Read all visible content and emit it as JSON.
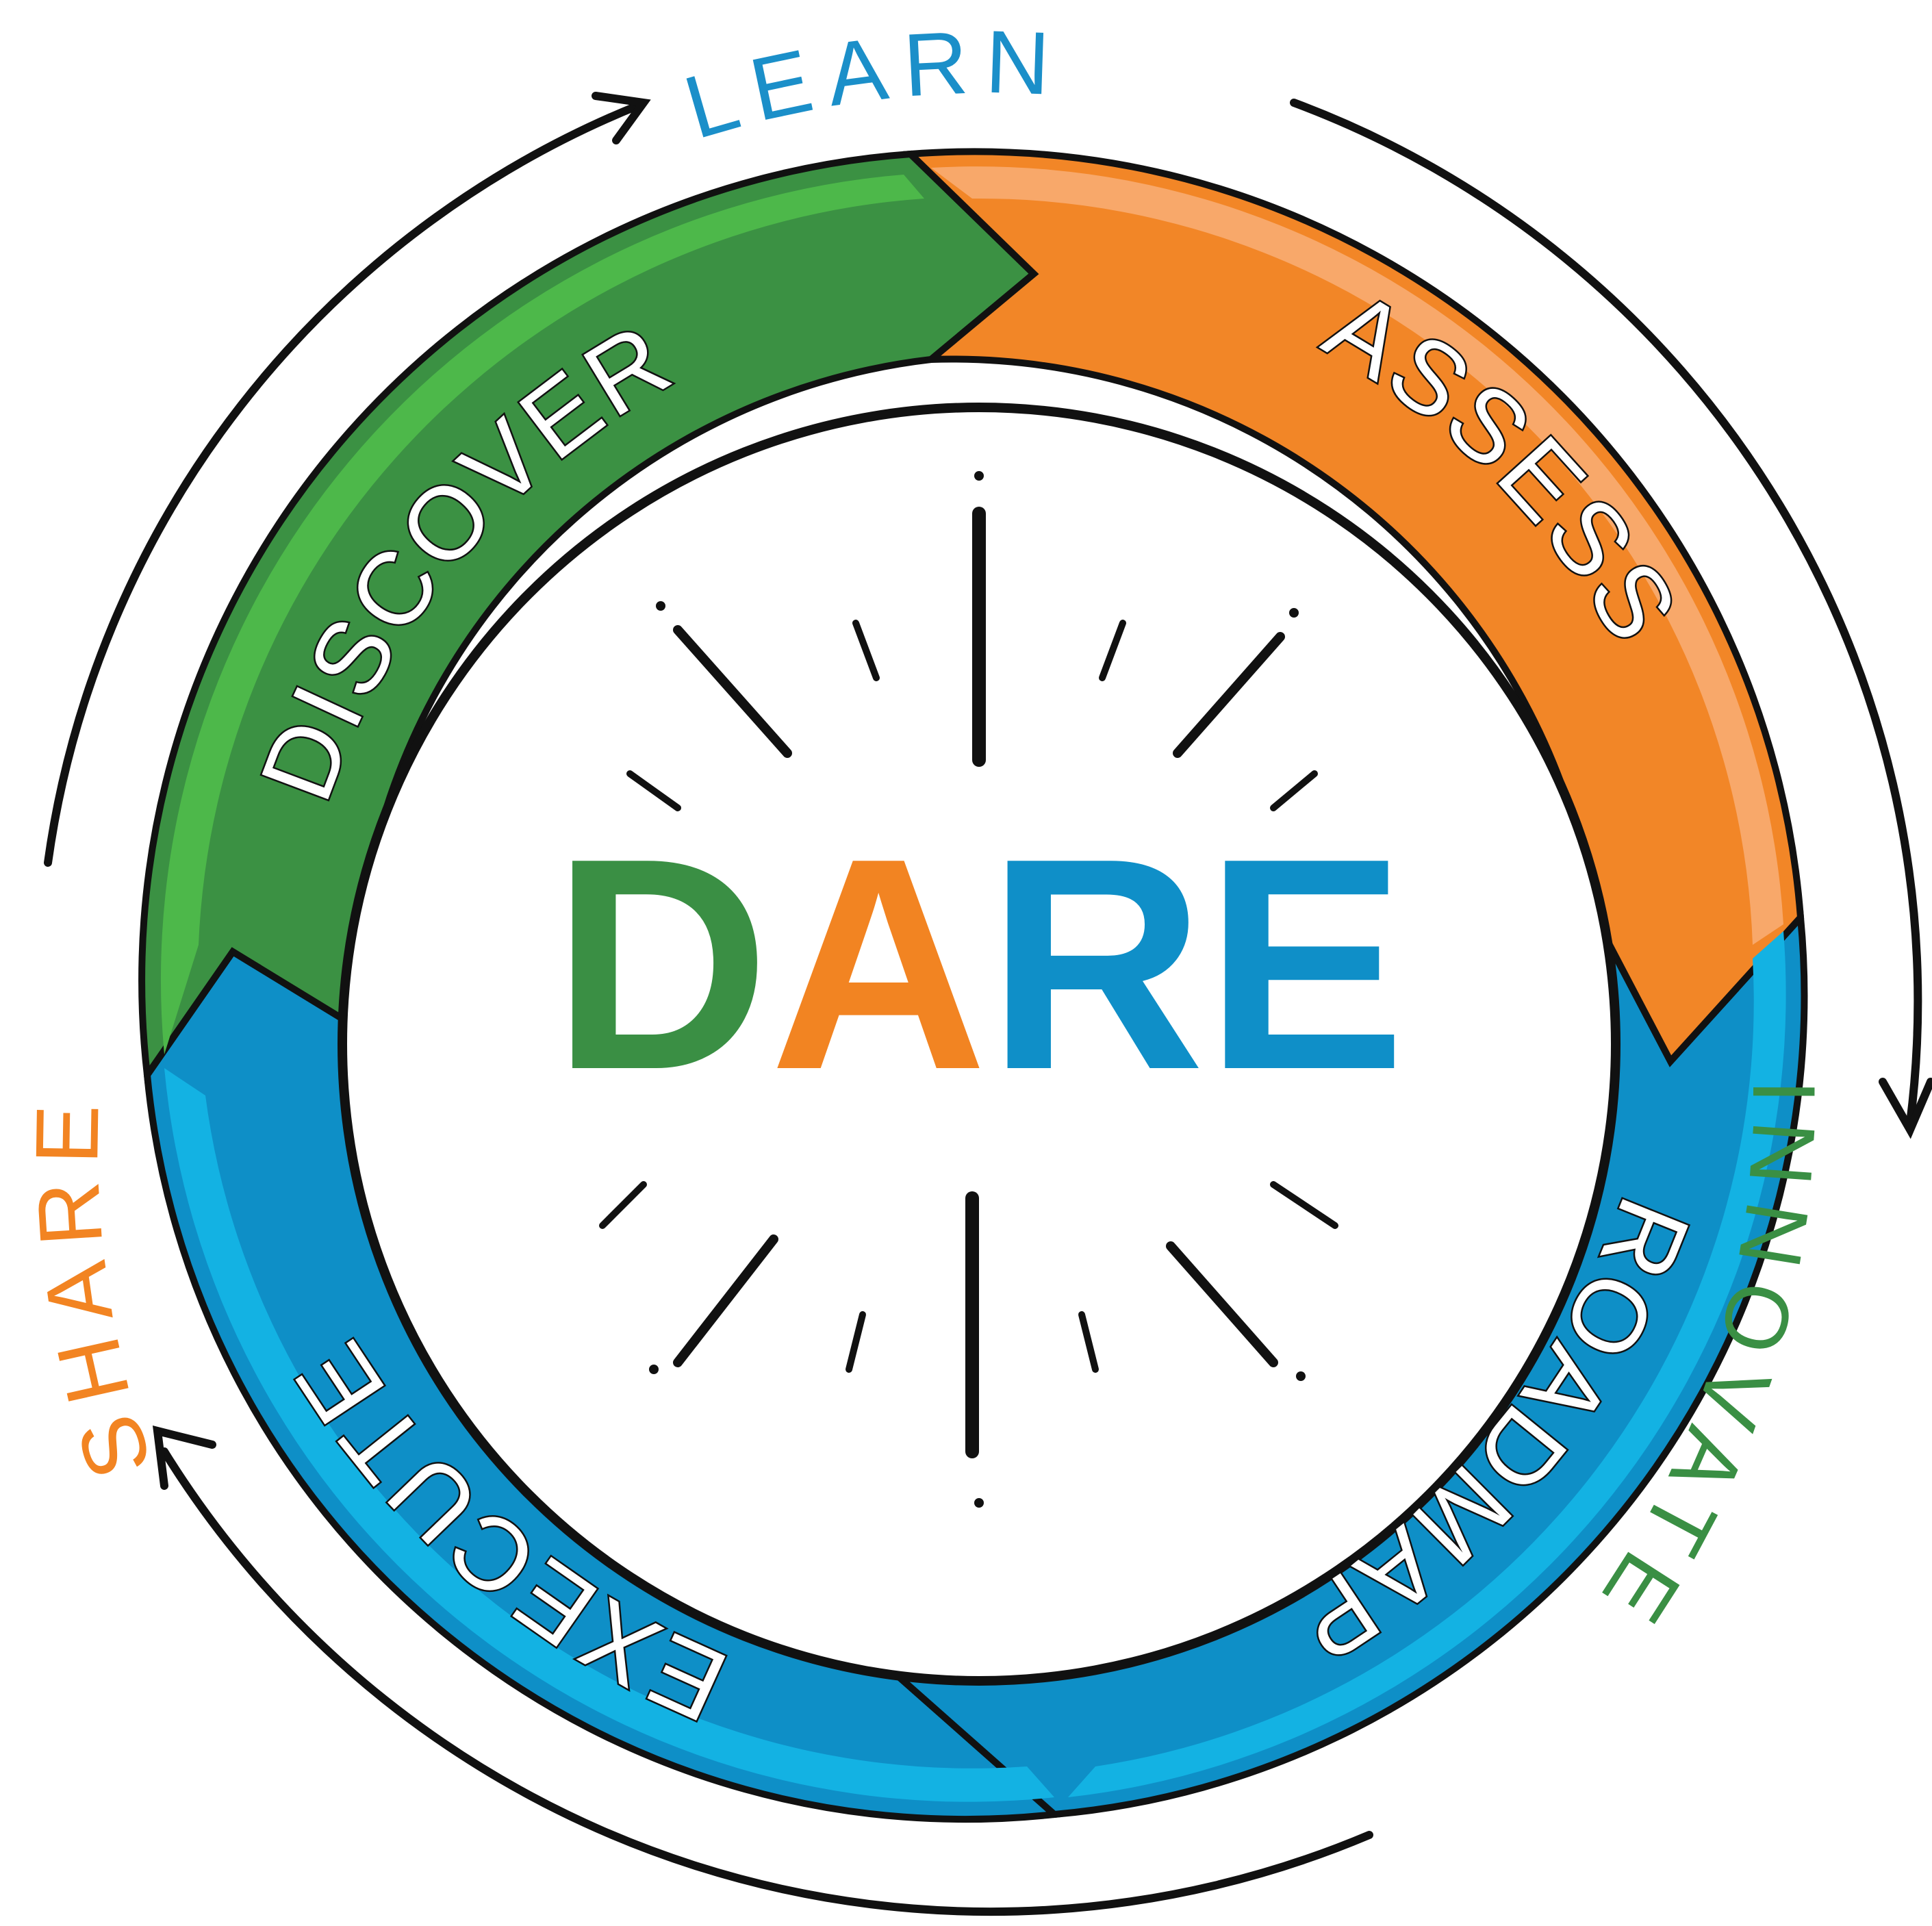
{
  "center": {
    "letters": [
      "D",
      "A",
      "R",
      "E"
    ],
    "colors": [
      "#3a8f44",
      "#f28422",
      "#0f8fc8",
      "#0f8fc8"
    ]
  },
  "phases": [
    {
      "label": "DISCOVER",
      "color": "#3b9143",
      "light": "#4db84a"
    },
    {
      "label": "ASSESS",
      "color": "#f28627",
      "light": "#f8a86a"
    },
    {
      "label": "ROADMAP",
      "color": "#0e8fc7",
      "light": "#13b2e3"
    },
    {
      "label": "EXECUTE",
      "color": "#0e8fc7",
      "light": "#13b2e3"
    }
  ],
  "outer_labels": [
    {
      "label": "LEARN",
      "color": "#1b8fc9"
    },
    {
      "label": "INNOVATE",
      "color": "#3a8f44"
    },
    {
      "label": "SHARE",
      "color": "#f28422"
    }
  ]
}
